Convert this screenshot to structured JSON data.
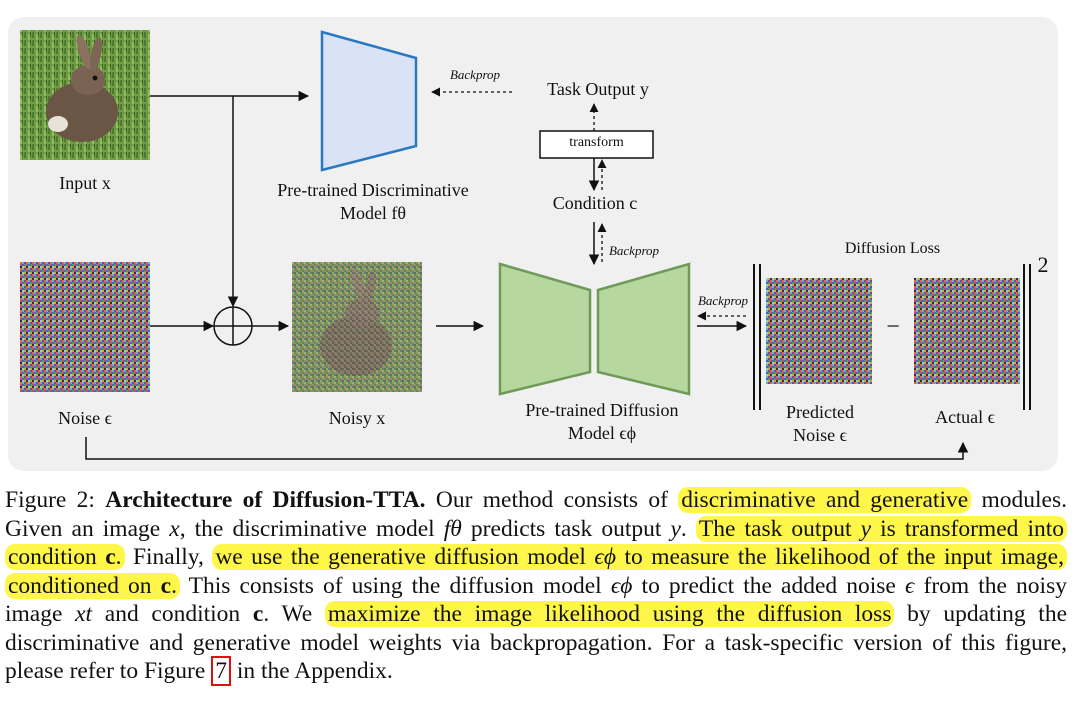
{
  "figure": {
    "input_label": "Input x",
    "noise_label": "Noise ϵ",
    "noisy_label": "Noisy x",
    "disc_model_label_1": "Pre-trained Discriminative",
    "disc_model_label_2": "Model fθ",
    "task_output_label": "Task Output y",
    "transform_label": "transform",
    "condition_label": "Condition c",
    "backprop_label": "Backprop",
    "diff_model_label_1": "Pre-trained Diffusion",
    "diff_model_label_2": "Model ϵϕ",
    "diffusion_loss_label": "Diffusion Loss",
    "predicted_noise_label_1": "Predicted",
    "predicted_noise_label_2": "Noise ϵ",
    "actual_noise_label": "Actual ϵ",
    "norm_exponent": "2",
    "minus_sign": "−",
    "colors": {
      "disc_fill": "#d9e3f5",
      "disc_stroke": "#2a78c2",
      "diff_fill": "#b6d7a0",
      "diff_stroke": "#6f9a58",
      "highlight": "#fff64a",
      "ref_box": "#e01010"
    }
  },
  "caption": {
    "p01": "Figure 2: ",
    "p02": "Architecture of Diffusion-TTA.",
    "p03": " Our method consists of ",
    "p04": "discriminative and generative",
    "p05": " modules. Given an image ",
    "p06": "x",
    "p07": ", the discriminative model ",
    "p08": "fθ",
    "p09": " predicts task output ",
    "p10": "y",
    "p11": ". ",
    "p12": "The task output ",
    "p13": "y",
    "p14": " is transformed into condition ",
    "p15": "c",
    "p16": ".",
    "p17": " Finally, ",
    "p18": "we use the generative diffusion model ",
    "p19": "ϵϕ",
    "p20": " to measure the likelihood of the input image, conditioned on ",
    "p21": "c",
    "p22": ".",
    "p23": " This consists of using the diffusion model ",
    "p24": "ϵϕ",
    "p25": " to predict the added noise ",
    "p26": "ϵ",
    "p27": " from the noisy image ",
    "p28": "xt",
    "p29": " and condition ",
    "p30": "c",
    "p31": ". We ",
    "p32": "maximize the image likelihood using the diffusion loss",
    "p33": " by updating the discriminative and generative model weights via backpropagation. For a task-specific version of this figure, please refer to Figure ",
    "p34": "7",
    "p35": " in the Appendix."
  }
}
